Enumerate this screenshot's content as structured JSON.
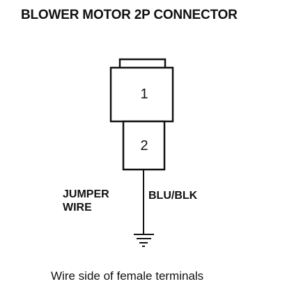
{
  "title": "BLOWER MOTOR 2P CONNECTOR",
  "connector": {
    "pins": [
      "1",
      "2"
    ]
  },
  "labels": {
    "jumper_line1": "JUMPER",
    "jumper_line2": "WIRE",
    "wire_color": "BLU/BLK"
  },
  "caption": "Wire side of female terminals",
  "colors": {
    "ink": "#111111",
    "background": "#ffffff"
  }
}
